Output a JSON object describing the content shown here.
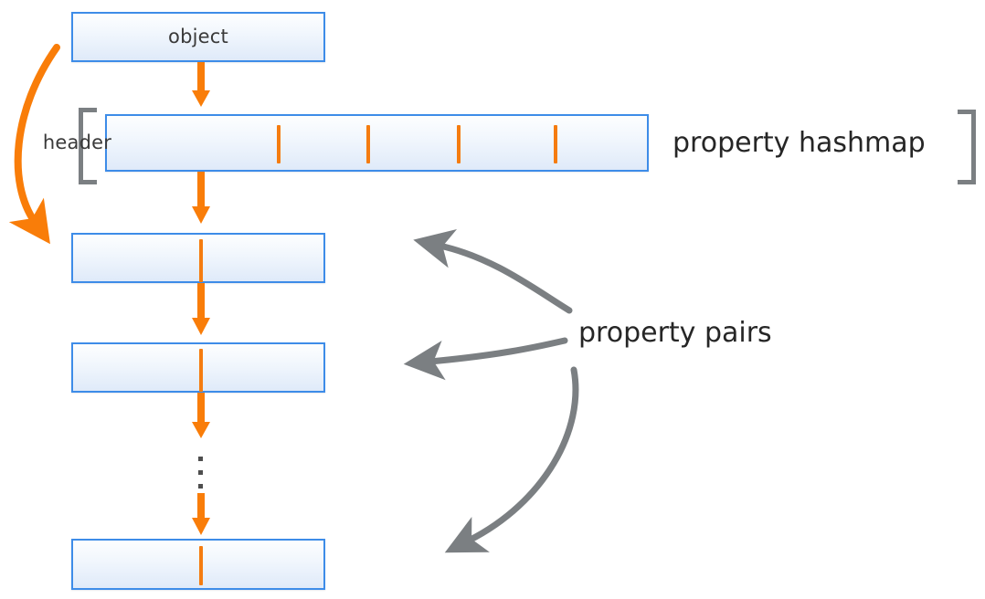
{
  "diagram": {
    "title": "object property hashmap layout",
    "colors": {
      "box_border": "#3d8ce8",
      "box_fill_top": "#fdfefe",
      "box_fill_bottom": "#dfeaf9",
      "arrow_orange": "#f97d09",
      "tick_orange": "#f57c10",
      "arrow_gray": "#7b7f82",
      "bracket_gray": "#7b7f82",
      "text": "#262626",
      "background": "#ffffff"
    },
    "nodes": {
      "object_box": {
        "label": "object"
      },
      "header_box": {
        "label": "header",
        "slot_count": 4
      },
      "pair_boxes": [
        {
          "label": ""
        },
        {
          "label": ""
        },
        {
          "label": ""
        }
      ]
    },
    "annotations": {
      "hashmap_label": "property hashmap",
      "pairs_label": "property pairs",
      "ellipsis_dots": 3
    },
    "arrows": {
      "object_to_header": "down-arrow",
      "header_to_pair1": "down-arrow",
      "pair1_to_pair2": "down-arrow",
      "pair2_to_ellipsis": "down-arrow",
      "ellipsis_to_pair3": "down-arrow",
      "object_to_first_pair": "curved-orange-arrow",
      "pairs_callout_count": 3
    }
  }
}
